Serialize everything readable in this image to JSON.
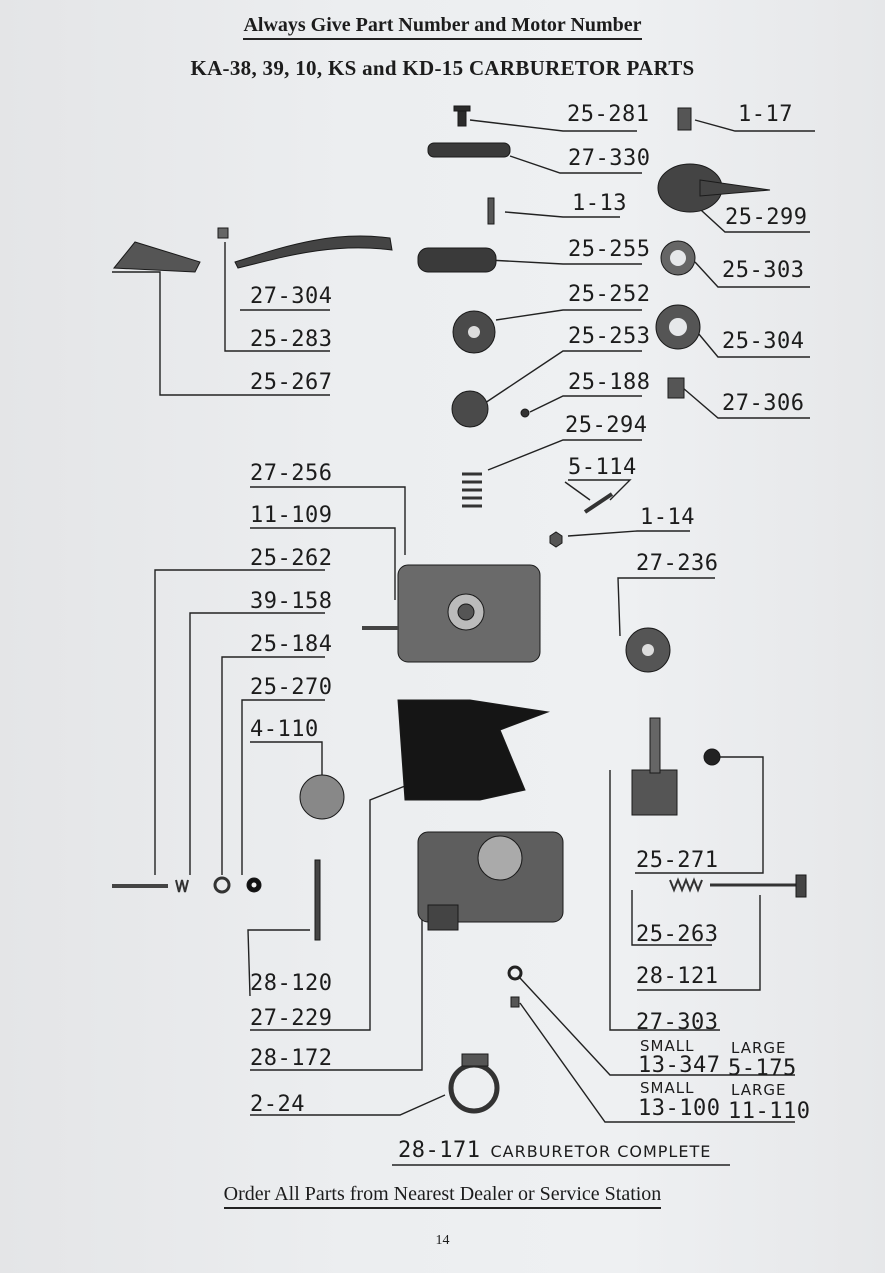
{
  "header": {
    "top_note": "Always Give Part Number and Motor Number",
    "title": "KA-38, 39, 10, KS and KD-15 CARBURETOR PARTS"
  },
  "parts": {
    "p25_281": "25-281",
    "p1_17": "1-17",
    "p27_330": "27-330",
    "p1_13": "1-13",
    "p25_299": "25-299",
    "p25_255": "25-255",
    "p25_303": "25-303",
    "p27_304": "27-304",
    "p25_252": "25-252",
    "p25_283": "25-283",
    "p25_253": "25-253",
    "p25_304": "25-304",
    "p25_267": "25-267",
    "p25_188": "25-188",
    "p27_306": "27-306",
    "p25_294": "25-294",
    "p27_256": "27-256",
    "p5_114": "5-114",
    "p11_109": "11-109",
    "p1_14": "1-14",
    "p25_262": "25-262",
    "p27_236": "27-236",
    "p39_158": "39-158",
    "p25_184": "25-184",
    "p25_270": "25-270",
    "p4_110": "4-110",
    "p25_271": "25-271",
    "p25_263": "25-263",
    "p28_120": "28-120",
    "p28_121": "28-121",
    "p27_229": "27-229",
    "p27_303": "27-303",
    "p28_172": "28-172",
    "p13_347": "13-347",
    "p5_175": "5-175",
    "p13_100": "13-100",
    "p11_110": "11-110",
    "p2_24": "2-24",
    "p28_171": "28-171"
  },
  "size_labels": {
    "small_1": "SMALL",
    "large_1": "LARGE",
    "small_2": "SMALL",
    "large_2": "LARGE"
  },
  "complete_caption": "CARBURETOR COMPLETE",
  "footer": {
    "note": "Order All Parts from Nearest Dealer or Service Station",
    "page_number": "14"
  }
}
